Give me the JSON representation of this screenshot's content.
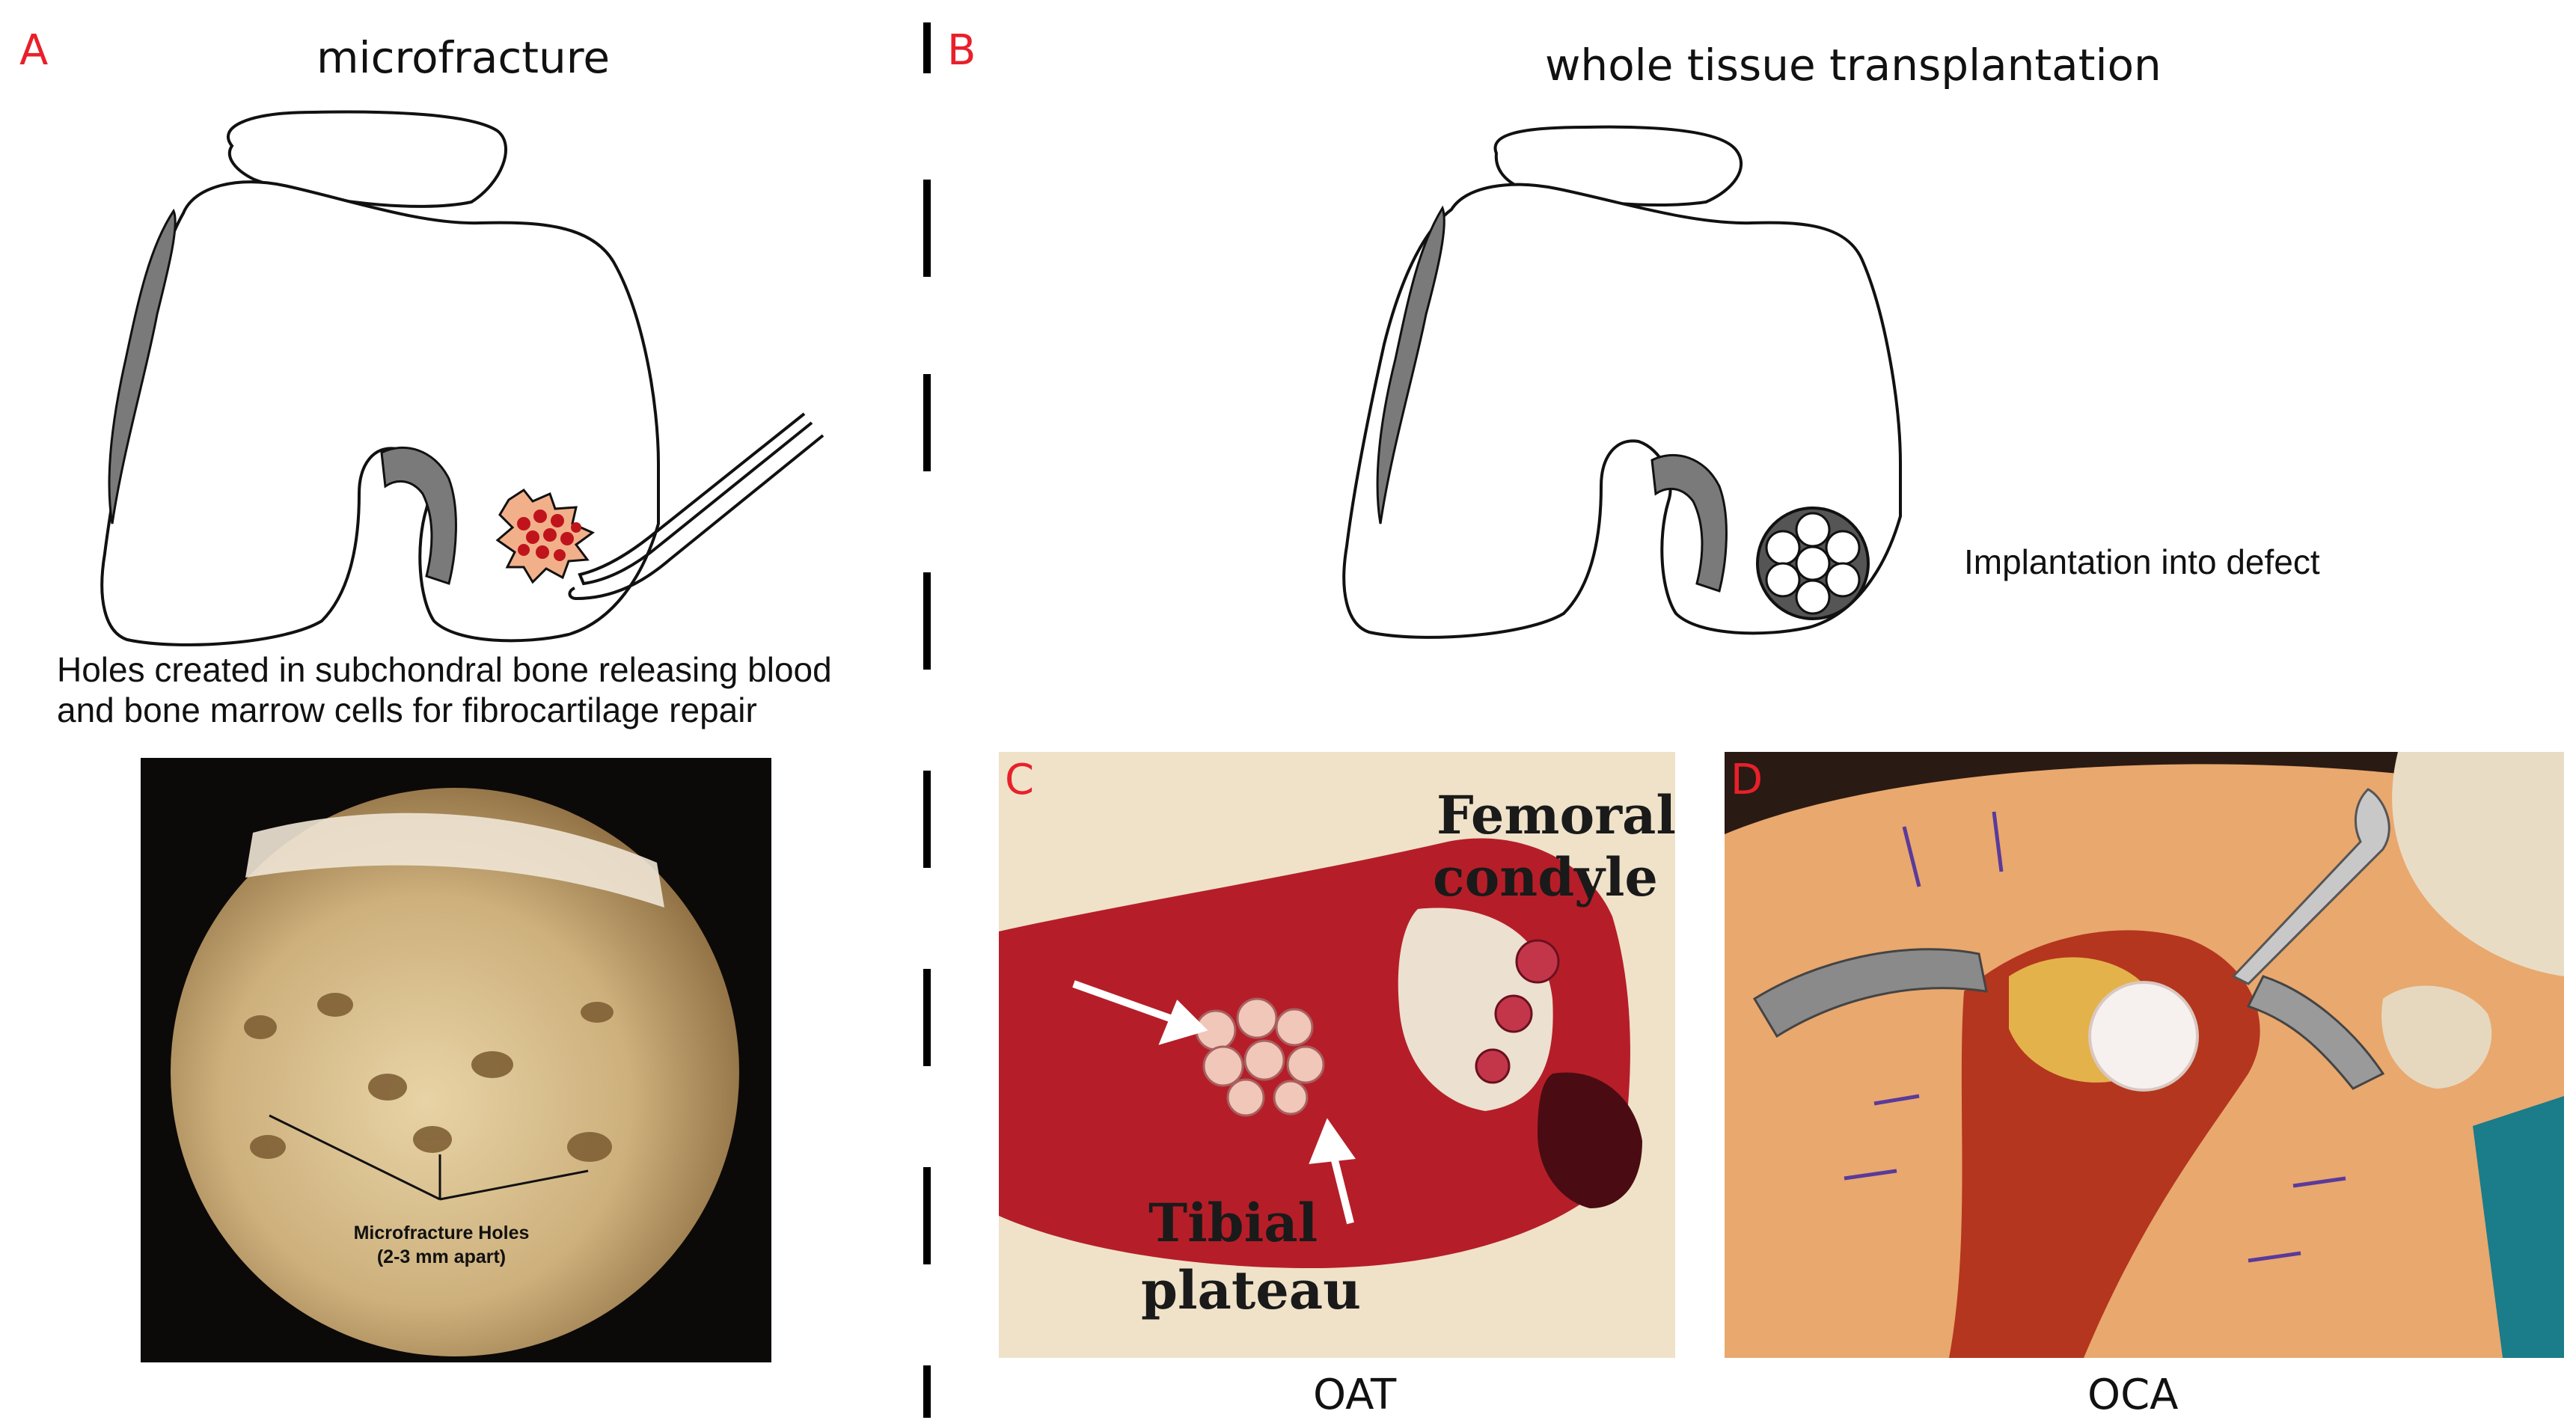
{
  "panel_a": {
    "letter": "A",
    "title": "microfracture",
    "caption_line1": "Holes created in subchondral bone releasing blood",
    "caption_line2": "and bone marrow cells for fibrocartilage repair",
    "photo_label_line1": "Microfracture Holes",
    "photo_label_line2": "(2-3 mm apart)"
  },
  "panel_b": {
    "letter": "B",
    "title": "whole tissue  transplantation",
    "implant_label": "Implantation into defect"
  },
  "panel_c": {
    "letter": "C",
    "label_femoral_1": "Femoral",
    "label_femoral_2": "condyle",
    "label_tibial_1": "Tibial",
    "label_tibial_2": "plateau",
    "bottom_label": "OAT"
  },
  "panel_d": {
    "letter": "D",
    "bottom_label": "OCA"
  },
  "colors": {
    "panel_letter": "#e8202a",
    "cartilage_gray": "#7a7a7a",
    "blood_red": "#c0141c",
    "clot_orange": "#e8a070"
  }
}
